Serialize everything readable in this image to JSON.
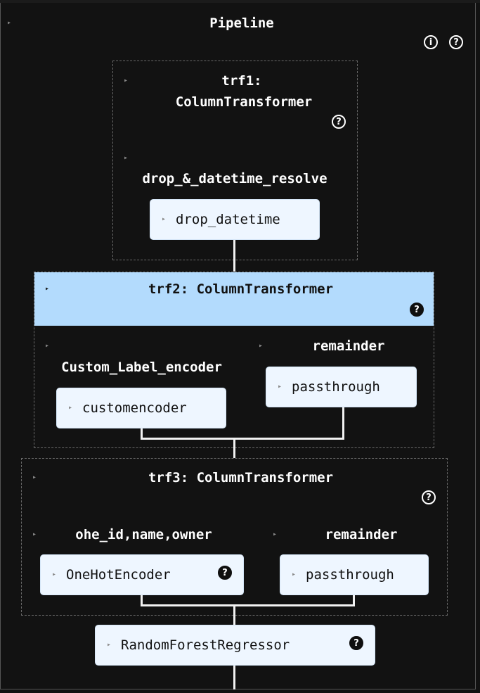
{
  "pipeline": {
    "title": "Pipeline",
    "info_icon": "info-icon",
    "help_icon": "question-icon"
  },
  "trf1": {
    "title_line1": "trf1:",
    "title_line2": "ColumnTransformer",
    "branch_label": "drop_&_datetime_resolve",
    "step_label": "drop_datetime"
  },
  "trf2": {
    "title": "trf2: ColumnTransformer",
    "highlight_color": "#b3dbfd",
    "left_branch_label": "Custom_Label_encoder",
    "left_step_label": "customencoder",
    "right_branch_label": "remainder",
    "right_step_label": "passthrough"
  },
  "trf3": {
    "title": "trf3: ColumnTransformer",
    "left_branch_label": "ohe_id,name,owner",
    "left_step_label": "OneHotEncoder",
    "right_branch_label": "remainder",
    "right_step_label": "passthrough"
  },
  "final": {
    "step_label": "RandomForestRegressor"
  },
  "colors": {
    "background": "#121212",
    "chip": "#eef6ff",
    "connector": "#f2f2f2"
  }
}
